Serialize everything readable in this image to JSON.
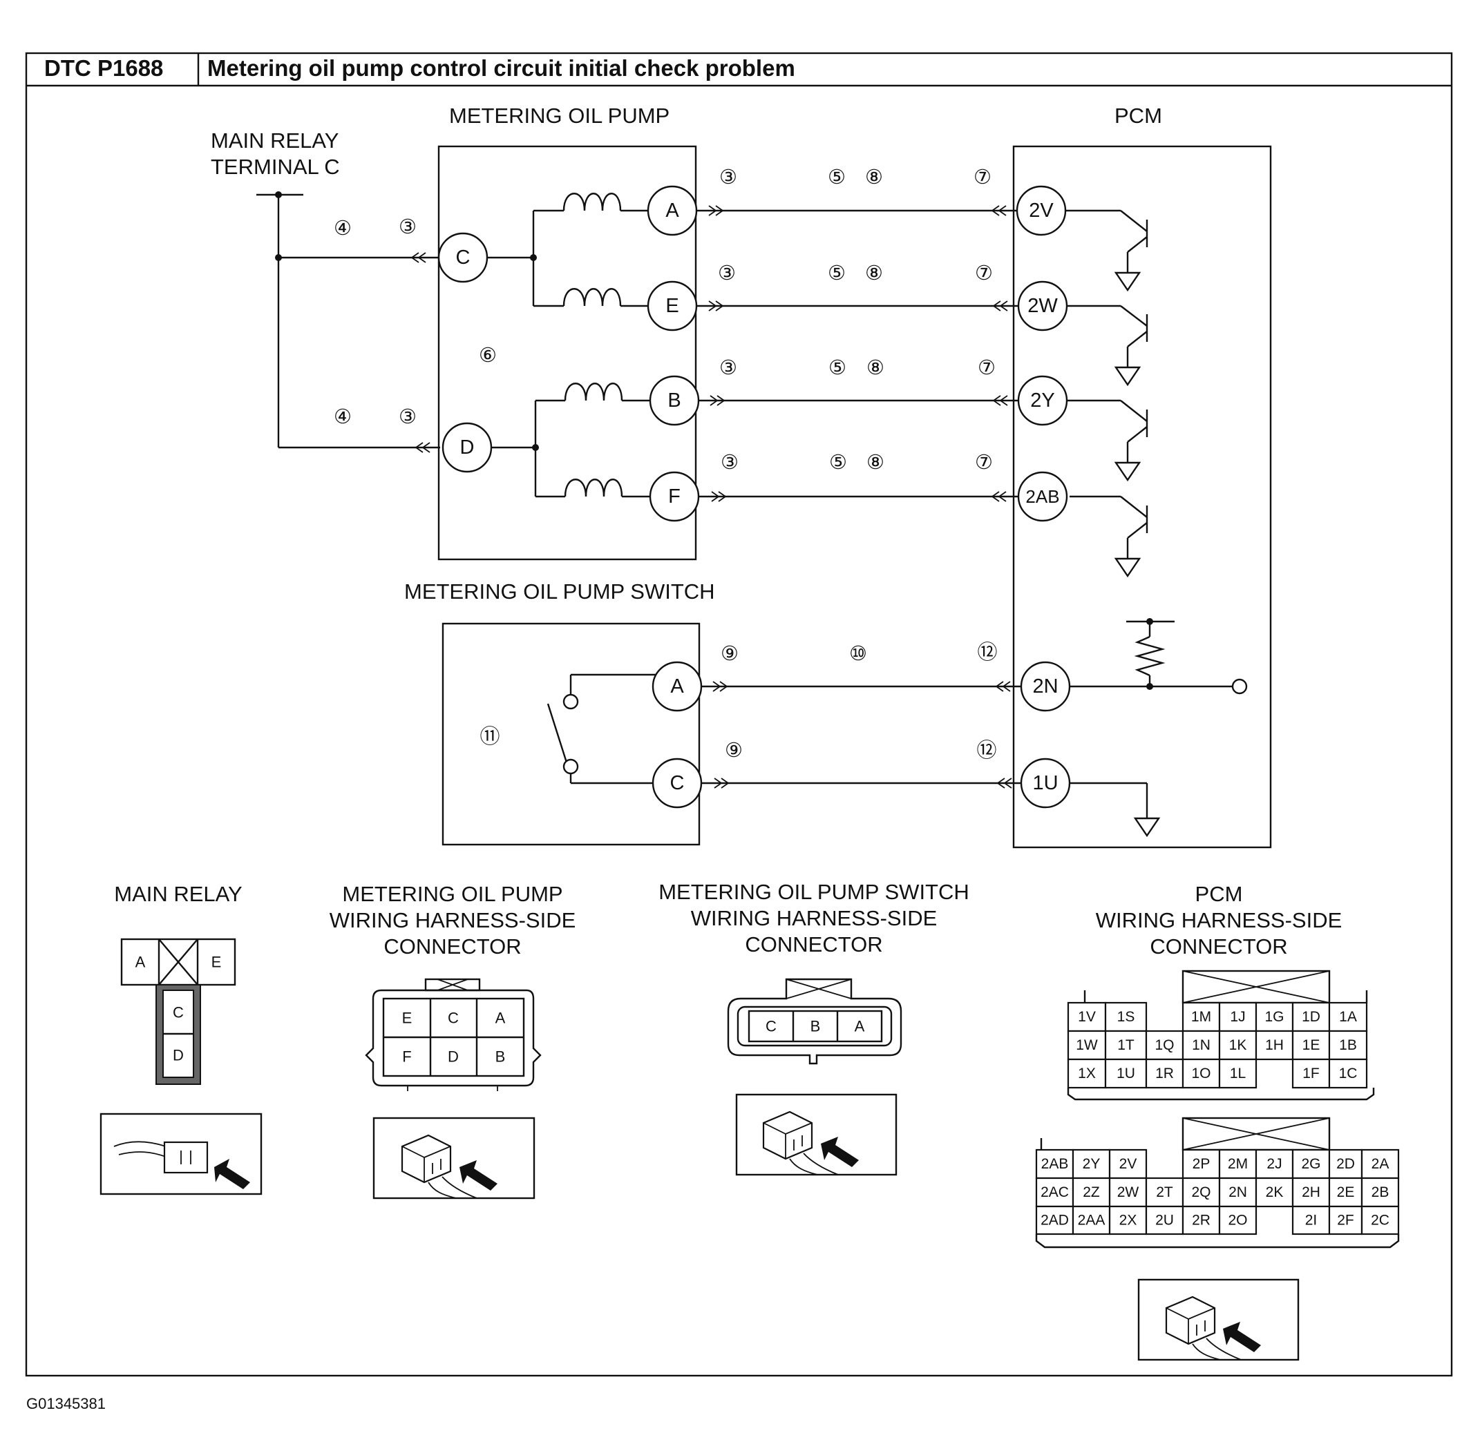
{
  "header": {
    "dtc": "DTC P1688",
    "title": "Metering oil pump control circuit initial check problem"
  },
  "labels": {
    "metering_oil_pump": "METERING OIL PUMP",
    "pcm": "PCM",
    "main_relay_line1": "MAIN RELAY",
    "main_relay_line2": "TERMINAL C",
    "metering_oil_pump_switch": "METERING OIL PUMP SWITCH"
  },
  "pump_terminals": {
    "c": "C",
    "d": "D",
    "a": "A",
    "e": "E",
    "b": "B",
    "f": "F"
  },
  "pcm_terminals": {
    "t2v": "2V",
    "t2w": "2W",
    "t2y": "2Y",
    "t2ab": "2AB",
    "t2n": "2N",
    "t1u": "1U"
  },
  "switch_terminals": {
    "a": "A",
    "c": "C"
  },
  "steps": {
    "s3": "③",
    "s4": "④",
    "s5": "⑤",
    "s6": "⑥",
    "s7": "⑦",
    "s8": "⑧",
    "s9": "⑨",
    "s10": "⑩",
    "s11": "⑪",
    "s12": "⑫"
  },
  "connectors": {
    "main_relay": {
      "title": "MAIN RELAY",
      "pins": [
        "A",
        "E",
        "C",
        "D"
      ]
    },
    "pump": {
      "title_lines": [
        "METERING OIL PUMP",
        "WIRING HARNESS-SIDE",
        "CONNECTOR"
      ],
      "rows": [
        [
          "E",
          "C",
          "A"
        ],
        [
          "F",
          "D",
          "B"
        ]
      ]
    },
    "switch": {
      "title_lines": [
        "METERING OIL PUMP SWITCH",
        "WIRING HARNESS-SIDE",
        "CONNECTOR"
      ],
      "pins": [
        "C",
        "B",
        "A"
      ]
    },
    "pcm": {
      "title_lines": [
        "PCM",
        "WIRING HARNESS-SIDE",
        "CONNECTOR"
      ],
      "upper_rows": [
        [
          "1V",
          "1S",
          "",
          "1M",
          "1J",
          "1G",
          "1D",
          "1A"
        ],
        [
          "1W",
          "1T",
          "1Q",
          "1N",
          "1K",
          "1H",
          "1E",
          "1B"
        ],
        [
          "1X",
          "1U",
          "1R",
          "1O",
          "1L",
          "",
          "1F",
          "1C"
        ]
      ],
      "lower_rows": [
        [
          "2AB",
          "2Y",
          "2V",
          "",
          "2P",
          "2M",
          "2J",
          "2G",
          "2D",
          "2A"
        ],
        [
          "2AC",
          "2Z",
          "2W",
          "2T",
          "2Q",
          "2N",
          "2K",
          "2H",
          "2E",
          "2B"
        ],
        [
          "2AD",
          "2AA",
          "2X",
          "2U",
          "2R",
          "2O",
          "",
          "2I",
          "2F",
          "2C"
        ]
      ]
    }
  },
  "figure_code": "G01345381",
  "icons": [
    "coil-icon",
    "transistor-icon",
    "ground-icon",
    "switch-icon",
    "resistor-icon",
    "connector-view-icon"
  ]
}
